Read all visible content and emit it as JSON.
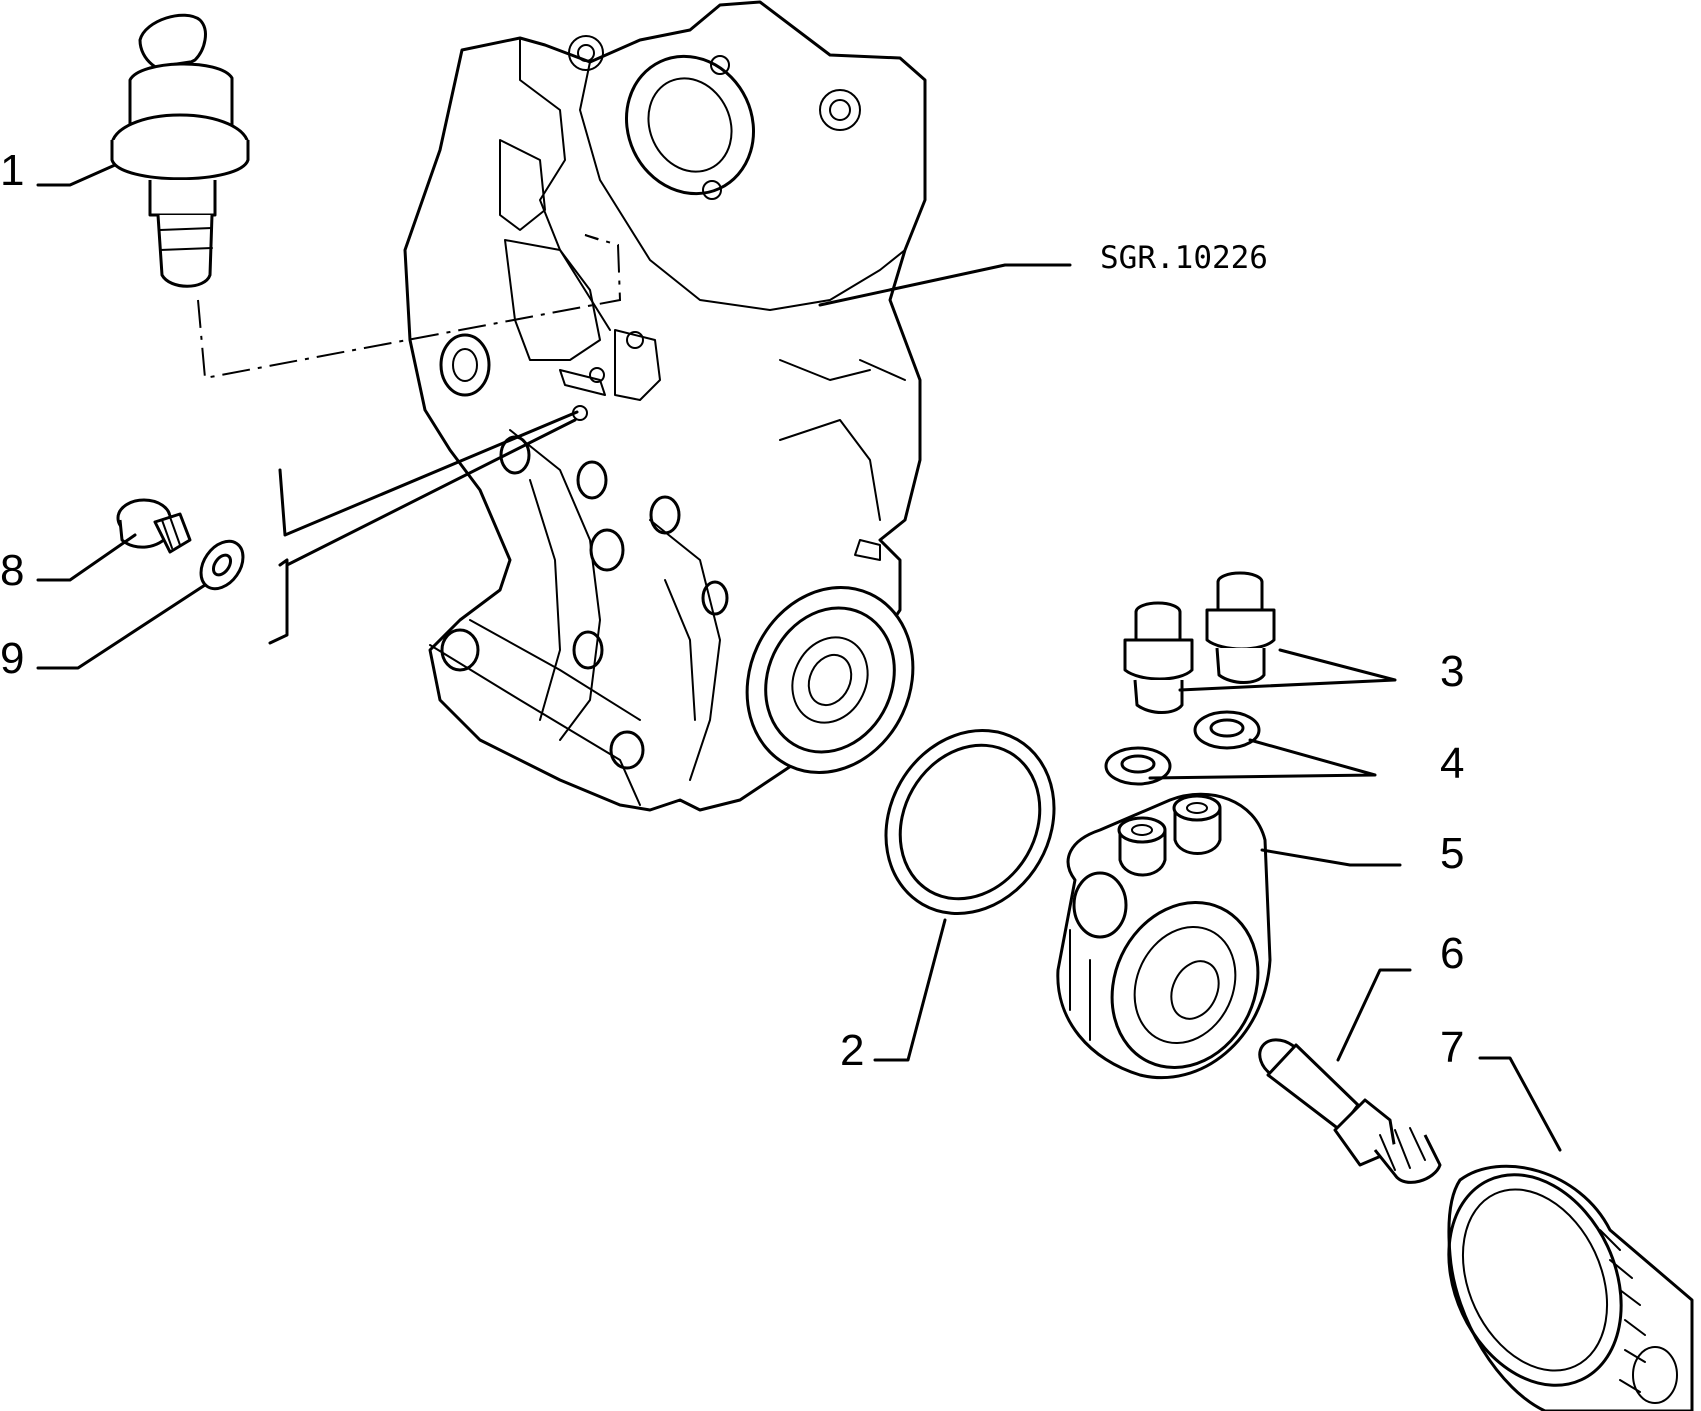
{
  "reference_code": "SGR.10226",
  "callouts": [
    {
      "number": "1",
      "part": "oil-pressure-sender"
    },
    {
      "number": "2",
      "part": "o-ring-seal"
    },
    {
      "number": "3",
      "part": "union-fittings"
    },
    {
      "number": "4",
      "part": "sealing-washers"
    },
    {
      "number": "5",
      "part": "oil-filter-adapter"
    },
    {
      "number": "6",
      "part": "threaded-union"
    },
    {
      "number": "7",
      "part": "oil-filter-cartridge"
    },
    {
      "number": "8",
      "part": "plug-screw"
    },
    {
      "number": "9",
      "part": "plug-washer"
    }
  ]
}
